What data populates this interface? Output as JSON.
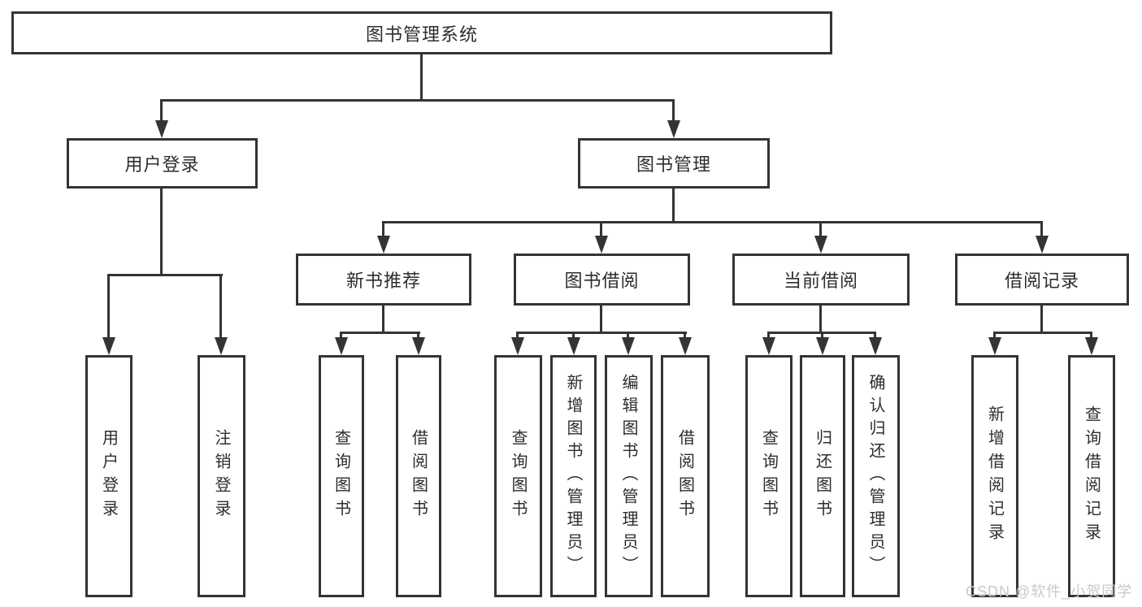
{
  "diagram": {
    "root": {
      "label": "图书管理系统"
    },
    "login": {
      "label": "用户登录",
      "children": [
        {
          "label": "用户登录"
        },
        {
          "label": "注销登录"
        }
      ]
    },
    "management": {
      "label": "图书管理",
      "sections": [
        {
          "label": "新书推荐",
          "children": [
            {
              "label": "查询图书"
            },
            {
              "label": "借阅图书"
            }
          ]
        },
        {
          "label": "图书借阅",
          "children": [
            {
              "label": "查询图书"
            },
            {
              "label": "新增图书（管理员）"
            },
            {
              "label": "编辑图书（管理员）"
            },
            {
              "label": "借阅图书"
            }
          ]
        },
        {
          "label": "当前借阅",
          "children": [
            {
              "label": "查询图书"
            },
            {
              "label": "归还图书"
            },
            {
              "label": "确认归还（管理员）"
            }
          ]
        },
        {
          "label": "借阅记录",
          "children": [
            {
              "label": "新增借阅记录"
            },
            {
              "label": "查询借阅记录"
            }
          ]
        }
      ]
    }
  },
  "watermark": {
    "text": "CSDN @软件_小贺同学"
  },
  "colors": {
    "line": "#343434",
    "text": "#2d2d2d",
    "watermark": "#c9c9c9",
    "background": "#ffffff"
  }
}
